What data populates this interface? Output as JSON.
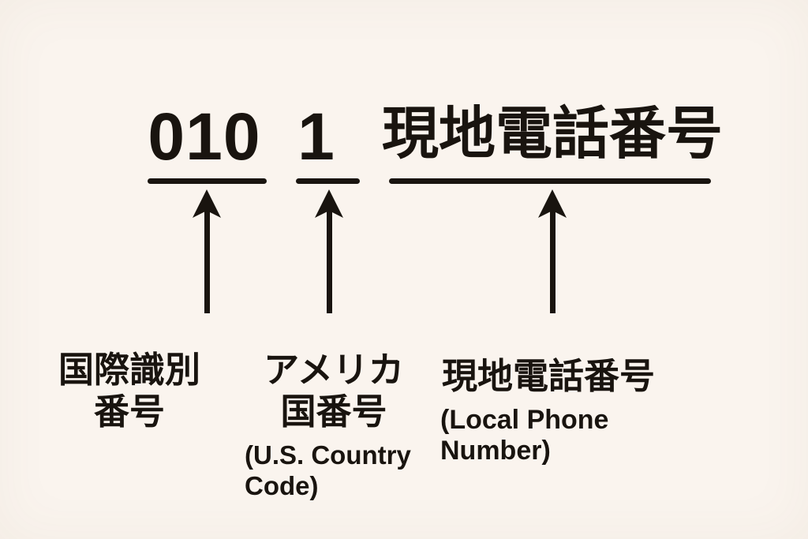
{
  "diagram": {
    "description": "International dialing format diagram",
    "number_row": {
      "segments": [
        {
          "text": "010"
        },
        {
          "text": "1"
        },
        {
          "text": "現地電話番号"
        }
      ]
    },
    "labels": [
      {
        "lines": [
          "国際識別",
          "番号"
        ],
        "sub_lines": []
      },
      {
        "lines": [
          "アメリカ",
          "国番号"
        ],
        "sub_lines": [
          "(U.S. Country",
          "Code)"
        ]
      },
      {
        "lines": [
          "現地電話番号"
        ],
        "sub_lines": [
          "(Local Phone",
          "Number)"
        ]
      }
    ]
  },
  "colors": {
    "background": "#faf4ee",
    "ink": "#19140f"
  }
}
